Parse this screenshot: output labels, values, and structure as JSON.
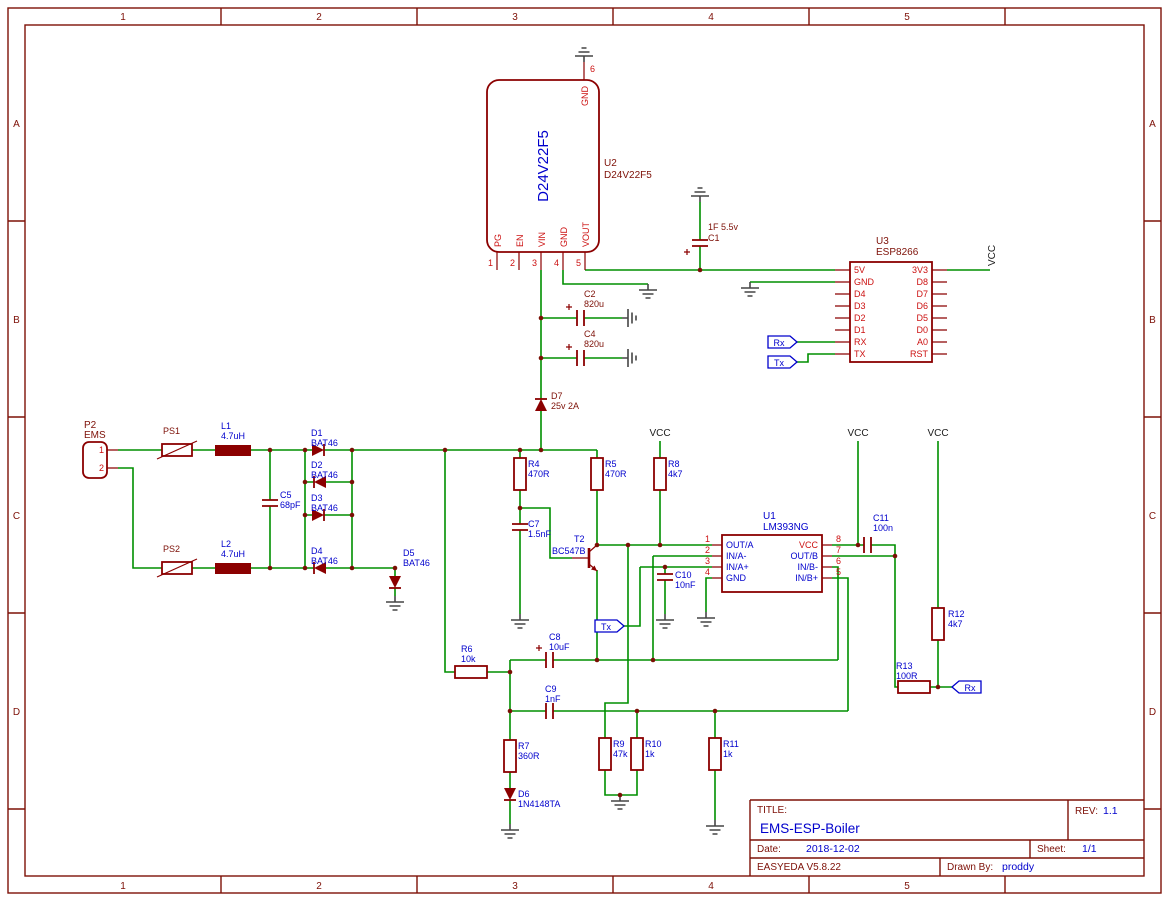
{
  "sheet": {
    "bg": "#ffffff",
    "frame_color": "#7d1007",
    "part_color": "#8b0000",
    "pin_text_color": "#cc1111",
    "label_blue": "#0000cc",
    "wire_color": "#008f00",
    "ground_color": "#454545",
    "junction_color": "#7a1005"
  },
  "ruler": {
    "c1": "1",
    "c2": "2",
    "c3": "3",
    "c4": "4",
    "c5": "5",
    "r1": "A",
    "r2": "B",
    "r3": "C",
    "r4": "D"
  },
  "power": {
    "vcc": "VCC"
  },
  "flags": {
    "rx": "Rx",
    "tx": "Tx"
  },
  "u2": {
    "ref": "U2",
    "value": "D24V22F5",
    "body": "D24V22F5",
    "pins": {
      "p1": "PG",
      "p2": "EN",
      "p3": "VIN",
      "p4": "GND",
      "p5": "VOUT",
      "p6": "GND"
    },
    "nums": {
      "n1": "1",
      "n2": "2",
      "n3": "3",
      "n4": "4",
      "n5": "5",
      "n6": "6"
    }
  },
  "u3": {
    "ref": "U3",
    "value": "ESP8266",
    "left": {
      "p1": "5V",
      "p2": "GND",
      "p3": "D4",
      "p4": "D3",
      "p5": "D2",
      "p6": "D1",
      "p7": "RX",
      "p8": "TX"
    },
    "right": {
      "p1": "3V3",
      "p2": "D8",
      "p3": "D7",
      "p4": "D6",
      "p5": "D5",
      "p6": "D0",
      "p7": "A0",
      "p8": "RST"
    }
  },
  "u1": {
    "ref": "U1",
    "value": "LM393NG",
    "left": {
      "p1": "OUT/A",
      "p2": "IN/A-",
      "p3": "IN/A+",
      "p4": "GND"
    },
    "right": {
      "p8": "VCC",
      "p7": "OUT/B",
      "p6": "IN/B-",
      "p5": "IN/B+"
    },
    "nums": {
      "n1": "1",
      "n2": "2",
      "n3": "3",
      "n4": "4",
      "n5": "5",
      "n6": "6",
      "n7": "7",
      "n8": "8"
    }
  },
  "p2conn": {
    "ref": "P2",
    "value": "EMS",
    "n1": "1",
    "n2": "2"
  },
  "parts": {
    "ps1": {
      "ref": "PS1"
    },
    "ps2": {
      "ref": "PS2"
    },
    "l1": {
      "ref": "L1",
      "value": "4.7uH"
    },
    "l2": {
      "ref": "L2",
      "value": "4.7uH"
    },
    "d1": {
      "ref": "D1",
      "value": "BAT46"
    },
    "d2": {
      "ref": "D2",
      "value": "BAT46"
    },
    "d3": {
      "ref": "D3",
      "value": "BAT46"
    },
    "d4": {
      "ref": "D4",
      "value": "BAT46"
    },
    "d5": {
      "ref": "D5",
      "value": "BAT46"
    },
    "d6": {
      "ref": "D6",
      "value": "1N4148TA"
    },
    "d7": {
      "ref": "D7",
      "value": "25v 2A"
    },
    "c1": {
      "ref": "C1",
      "value": "1F 5.5v"
    },
    "c2": {
      "ref": "C2",
      "value": "820u"
    },
    "c4": {
      "ref": "C4",
      "value": "820u"
    },
    "c5": {
      "ref": "C5",
      "value": "68pF"
    },
    "c7": {
      "ref": "C7",
      "value": "1.5nF"
    },
    "c8": {
      "ref": "C8",
      "value": "10uF"
    },
    "c9": {
      "ref": "C9",
      "value": "1nF"
    },
    "c10": {
      "ref": "C10",
      "value": "10nF"
    },
    "c11": {
      "ref": "C11",
      "value": "100n"
    },
    "r4": {
      "ref": "R4",
      "value": "470R"
    },
    "r5": {
      "ref": "R5",
      "value": "470R"
    },
    "r6": {
      "ref": "R6",
      "value": "10k"
    },
    "r7": {
      "ref": "R7",
      "value": "360R"
    },
    "r8": {
      "ref": "R8",
      "value": "4k7"
    },
    "r9": {
      "ref": "R9",
      "value": "47k"
    },
    "r10": {
      "ref": "R10",
      "value": "1k"
    },
    "r11": {
      "ref": "R11",
      "value": "1k"
    },
    "r12": {
      "ref": "R12",
      "value": "4k7"
    },
    "r13": {
      "ref": "R13",
      "value": "100R"
    },
    "t2": {
      "ref": "T2",
      "value": "BC547B"
    }
  },
  "title_block": {
    "title_label": "TITLE:",
    "title": "EMS-ESP-Boiler",
    "rev_label": "REV:",
    "rev": "1.1",
    "date_label": "Date:",
    "date": "2018-12-02",
    "sheet_label": "Sheet:",
    "sheet": "1/1",
    "tool": "EASYEDA V5.8.22",
    "drawn_label": "Drawn By:",
    "drawn_by": "proddy"
  }
}
